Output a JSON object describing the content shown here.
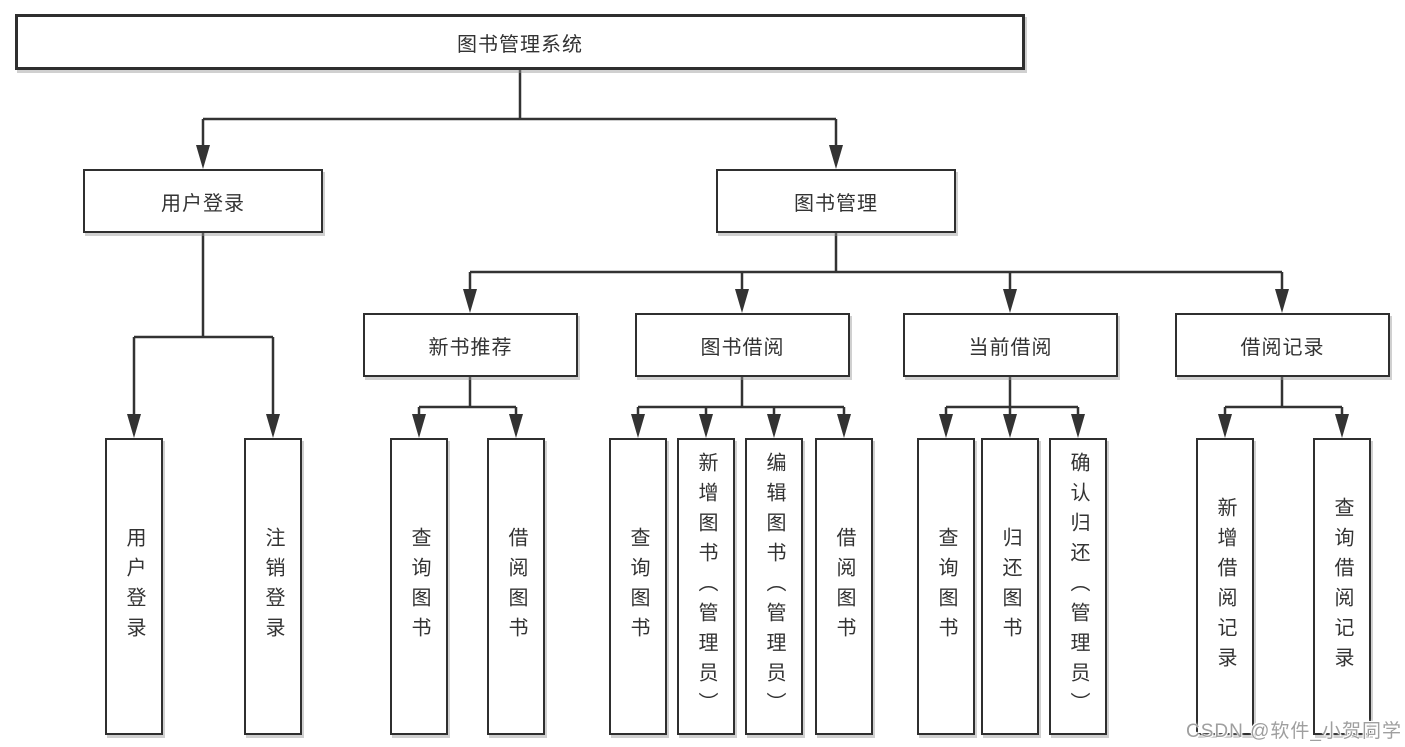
{
  "watermark": "CSDN @软件_小贺同学",
  "colors": {
    "line": "#333333",
    "box_border": "#2f2f2f",
    "box_fill": "#ffffff",
    "text": "#333333",
    "watermark": "#9f9f9f",
    "background": "#ffffff"
  },
  "tree": {
    "label": "图书管理系统",
    "children": [
      {
        "label": "用户登录",
        "children": [
          {
            "label": "用户登录"
          },
          {
            "label": "注销登录"
          }
        ]
      },
      {
        "label": "图书管理",
        "children": [
          {
            "label": "新书推荐",
            "children": [
              {
                "label": "查询图书"
              },
              {
                "label": "借阅图书"
              }
            ]
          },
          {
            "label": "图书借阅",
            "children": [
              {
                "label": "查询图书"
              },
              {
                "label": "新增图书（管理员）"
              },
              {
                "label": "编辑图书（管理员）"
              },
              {
                "label": "借阅图书"
              }
            ]
          },
          {
            "label": "当前借阅",
            "children": [
              {
                "label": "查询图书"
              },
              {
                "label": "归还图书"
              },
              {
                "label": "确认归还（管理员）"
              }
            ]
          },
          {
            "label": "借阅记录",
            "children": [
              {
                "label": "新增借阅记录"
              },
              {
                "label": "查询借阅记录"
              }
            ]
          }
        ]
      }
    ]
  }
}
